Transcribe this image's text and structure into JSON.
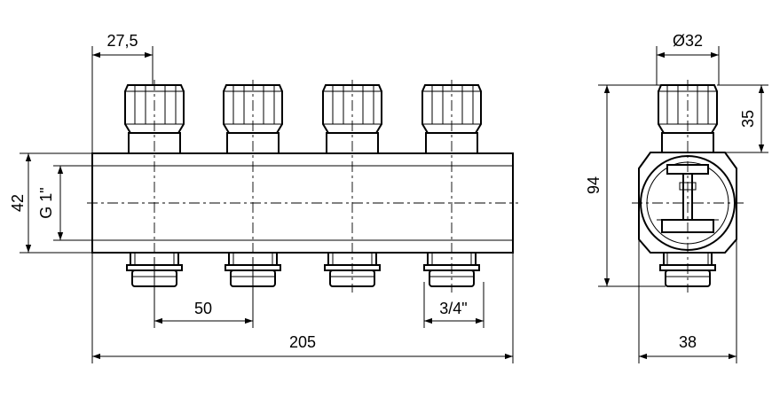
{
  "dimensions": {
    "top_spacing": "27,5",
    "thread_main": "G 1\"",
    "height_body": "42",
    "outlet_spacing": "50",
    "outlet_thread": "3/4\"",
    "total_length": "205",
    "cap_diameter": "Ø32",
    "cap_height": "35",
    "total_height": "94",
    "side_width": "38"
  }
}
